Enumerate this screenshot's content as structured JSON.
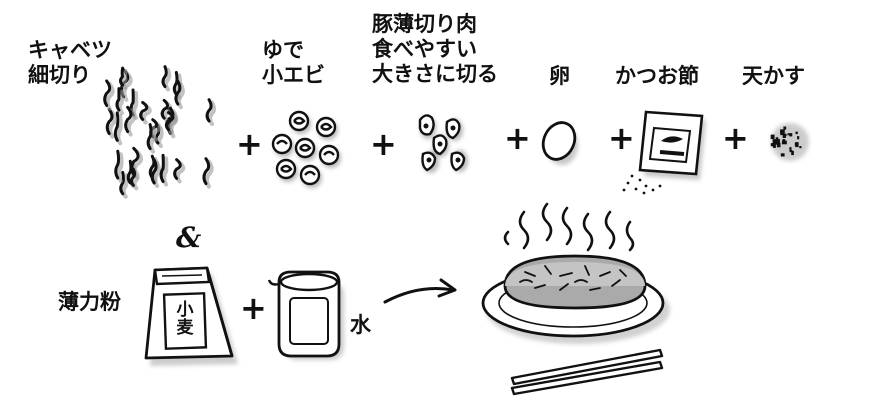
{
  "ingredients_top": [
    {
      "id": "cabbage",
      "lines": [
        "キャベツ",
        "細切り"
      ]
    },
    {
      "id": "shrimp",
      "lines": [
        "ゆで",
        "小エビ"
      ]
    },
    {
      "id": "pork",
      "lines": [
        "豚薄切り肉",
        "食べやすい",
        "大きさに切る"
      ]
    },
    {
      "id": "egg",
      "lines": [
        "卵"
      ]
    },
    {
      "id": "bonito",
      "lines": [
        "かつお節"
      ]
    },
    {
      "id": "tenkasu",
      "lines": [
        "天かす"
      ]
    }
  ],
  "operators": {
    "plus": "+",
    "and": "&"
  },
  "ingredients_bottom": [
    {
      "id": "flour",
      "lines": [
        "薄力粉"
      ],
      "bag_label": [
        "小",
        "麦"
      ]
    },
    {
      "id": "water",
      "lines": [
        "水"
      ]
    }
  ],
  "icons": {
    "cabbage": "shredded-cabbage-icon",
    "shrimp": "boiled-shrimp-icon",
    "pork": "sliced-pork-icon",
    "egg": "egg-icon",
    "bonito": "bonito-flakes-bag-icon",
    "tenkasu": "tempura-bits-icon",
    "flour": "flour-bag-icon",
    "water": "water-measuring-cup-icon",
    "arrow": "right-arrow-icon",
    "result": "okonomiyaki-on-plate-icon",
    "chopsticks": "chopsticks-icon",
    "steam": "steam-icon"
  },
  "colors": {
    "ink": "#111111",
    "shadow": "#9a9a9a",
    "paper": "#ffffff"
  }
}
